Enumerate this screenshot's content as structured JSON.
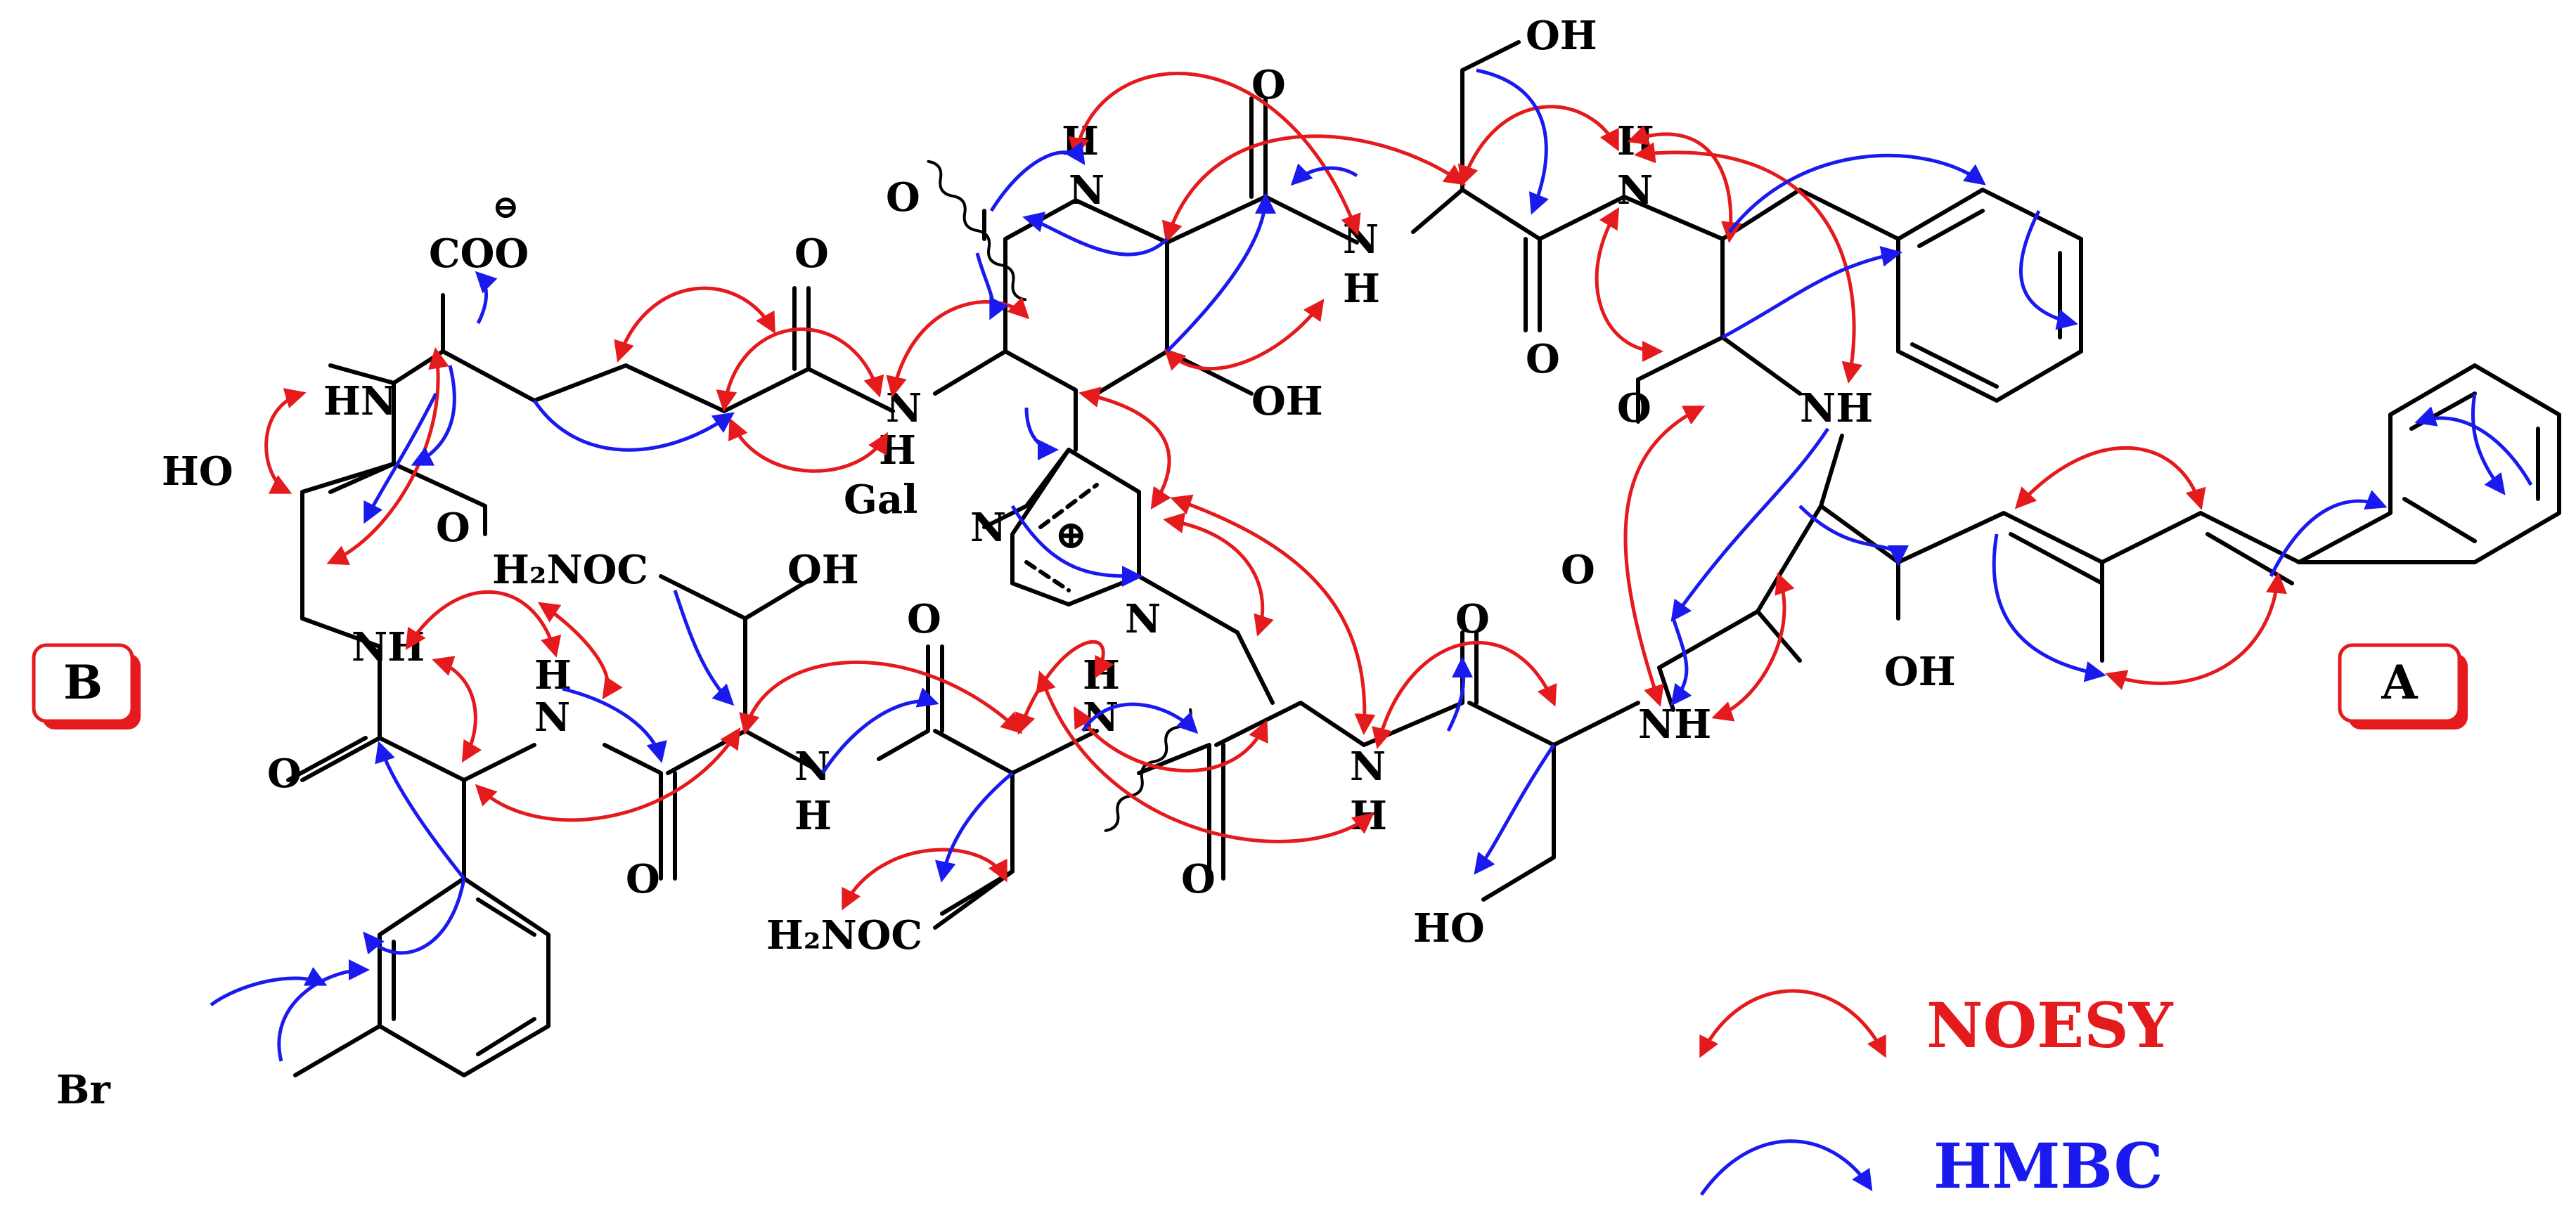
{
  "labels": {
    "cooh": "COO",
    "minus": "⊖",
    "plus": "⊕",
    "hn_top": "HN",
    "ho_left": "HO",
    "o": "O",
    "nh": "NH",
    "n": "N",
    "h": "H",
    "oh": "OH",
    "gal": "Gal",
    "h2noc": "H₂NOC",
    "br": "Br",
    "ho_bottom": "HO"
  },
  "tags": {
    "a": "A",
    "b": "B"
  },
  "legend": {
    "noesy": {
      "label": "NOESY",
      "color": "#e41a1c"
    },
    "hmbc": {
      "label": "HMBC",
      "color": "#1a1aee"
    }
  },
  "colors": {
    "bond": "#000000",
    "tag_shadow": "#e41a1c",
    "tag_border": "#e41a1c"
  }
}
